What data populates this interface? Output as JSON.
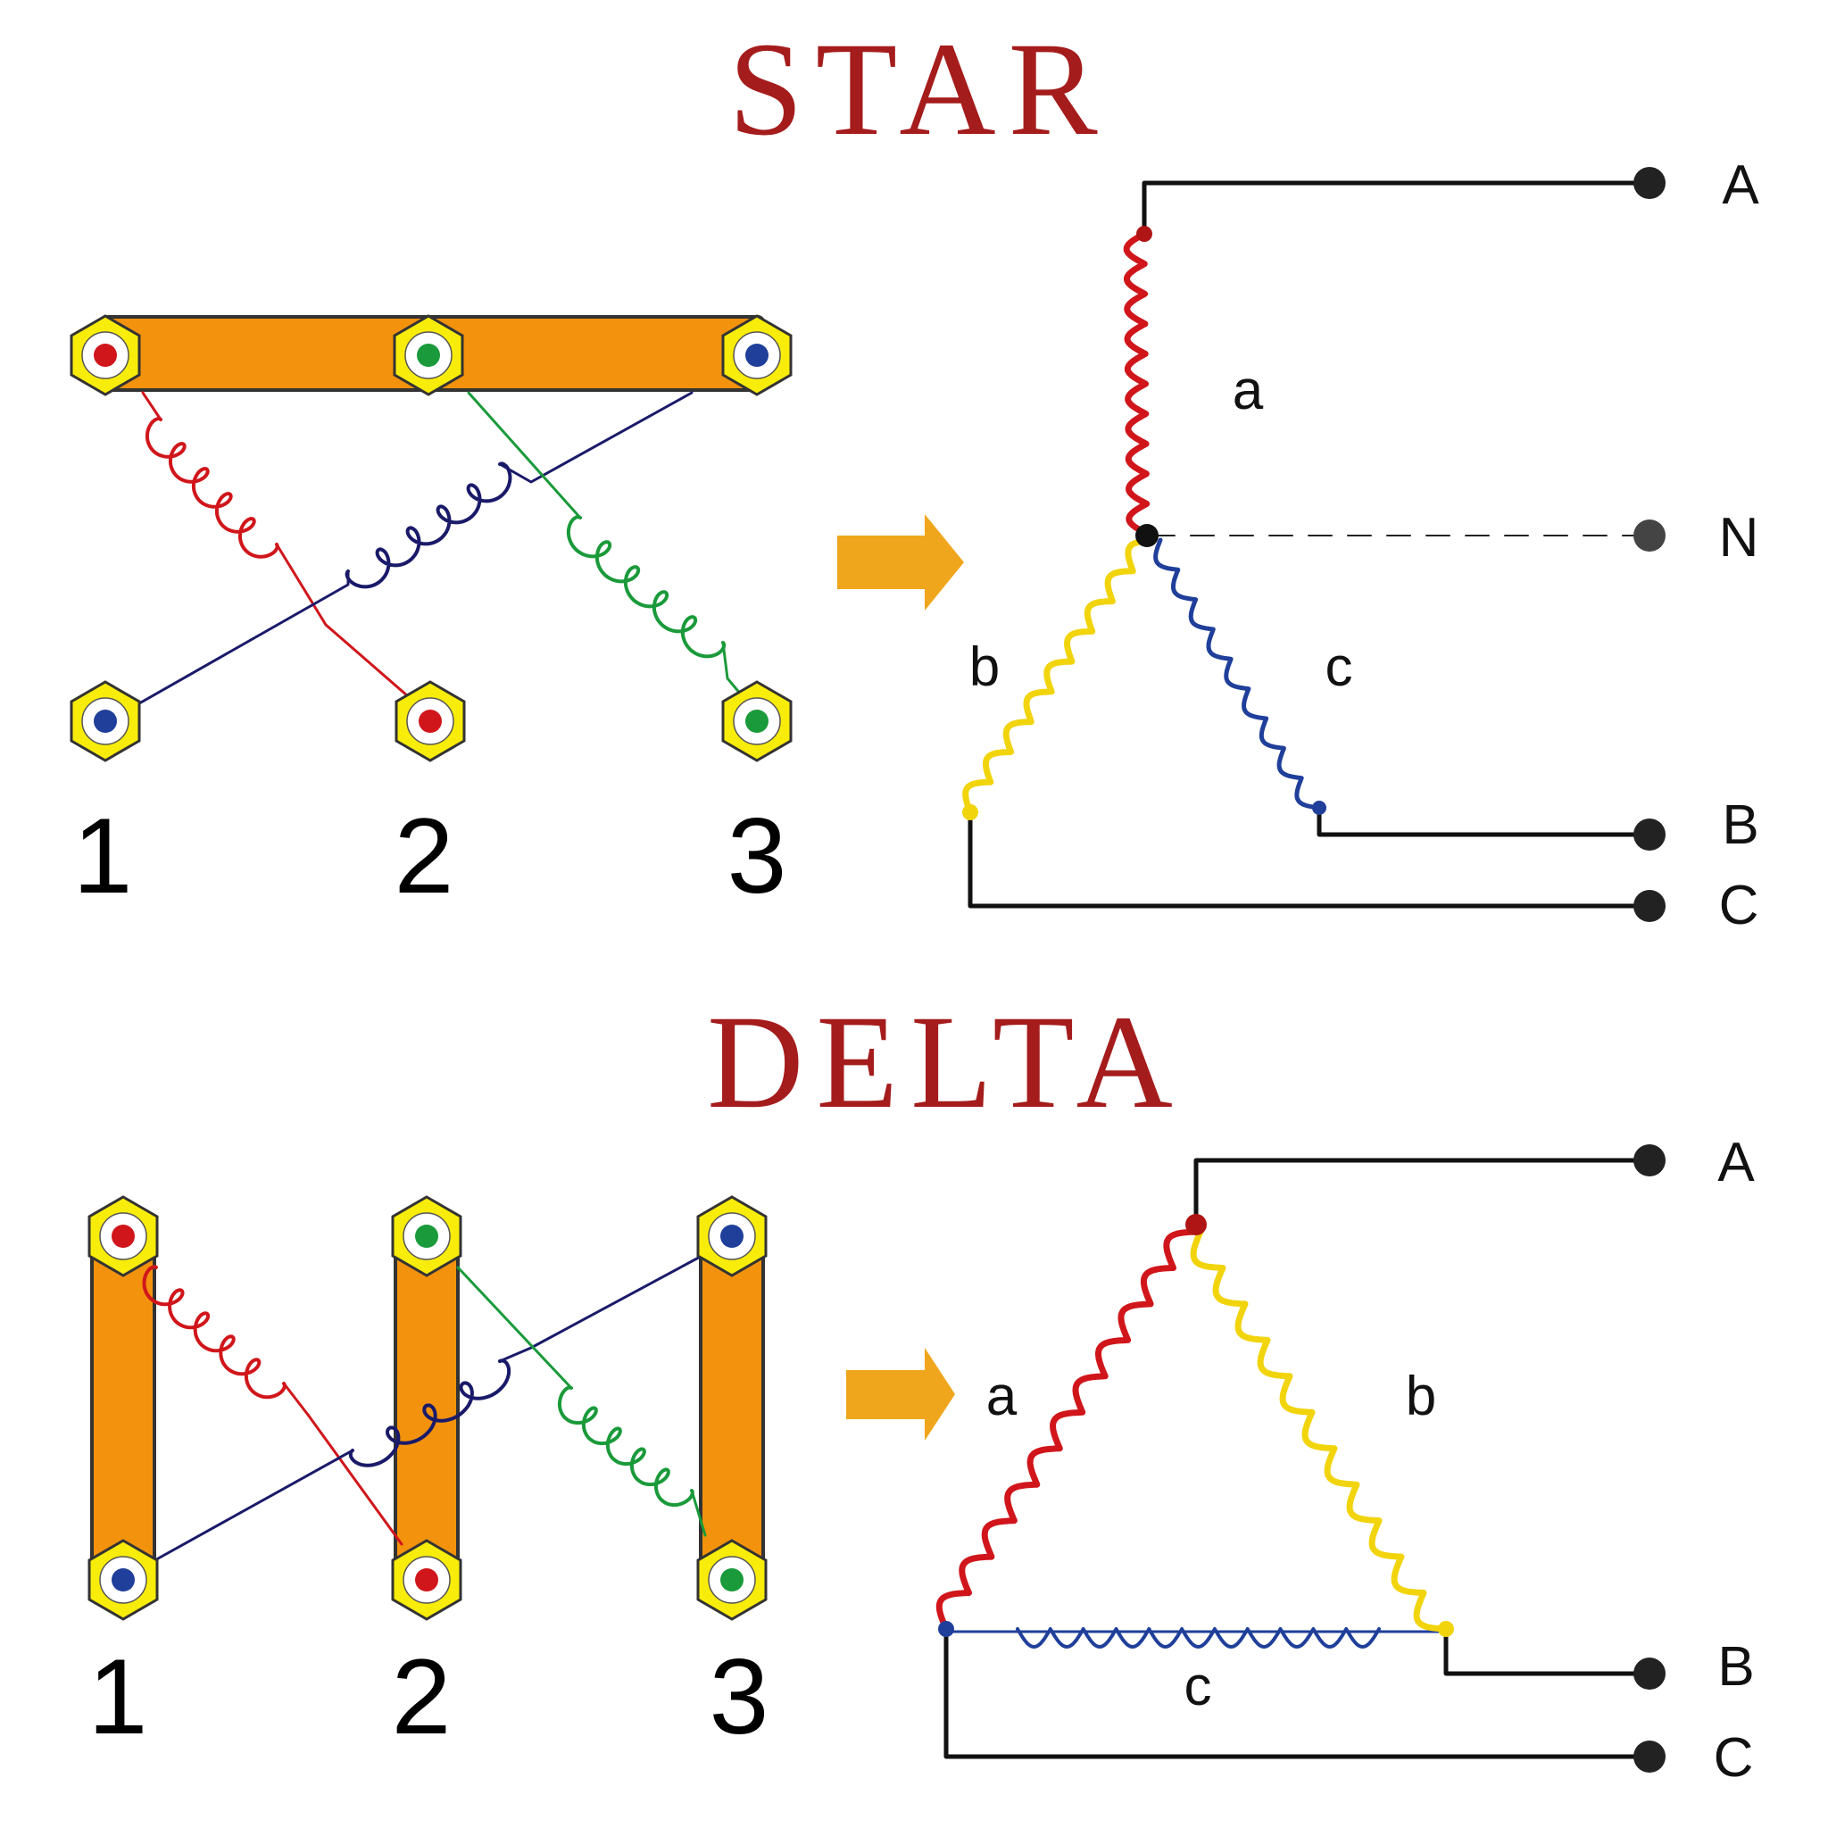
{
  "star": {
    "title": "STAR",
    "terminal_numbers": [
      "1",
      "2",
      "3"
    ],
    "coil_labels": {
      "a": "a",
      "b": "b",
      "c": "c"
    },
    "line_labels": {
      "A": "A",
      "N": "N",
      "B": "B",
      "C": "C"
    }
  },
  "delta": {
    "title": "DELTA",
    "terminal_numbers": [
      "1",
      "2",
      "3"
    ],
    "coil_labels": {
      "a": "a",
      "b": "b",
      "c": "c"
    },
    "line_labels": {
      "A": "A",
      "B": "B",
      "C": "C"
    }
  },
  "colors": {
    "title": "#a51c1c",
    "phase_a": "#d0161b",
    "phase_b": "#f2d40c",
    "phase_c": "#1f3f9a",
    "coil_green": "#1a9a3a",
    "busbar": "#f2920d",
    "terminal_ring": "#f8ec0a",
    "arrow": "#f0a61c",
    "wire": "#111111"
  },
  "icons": [
    "arrow-right-icon",
    "terminal-icon",
    "coil-icon"
  ]
}
